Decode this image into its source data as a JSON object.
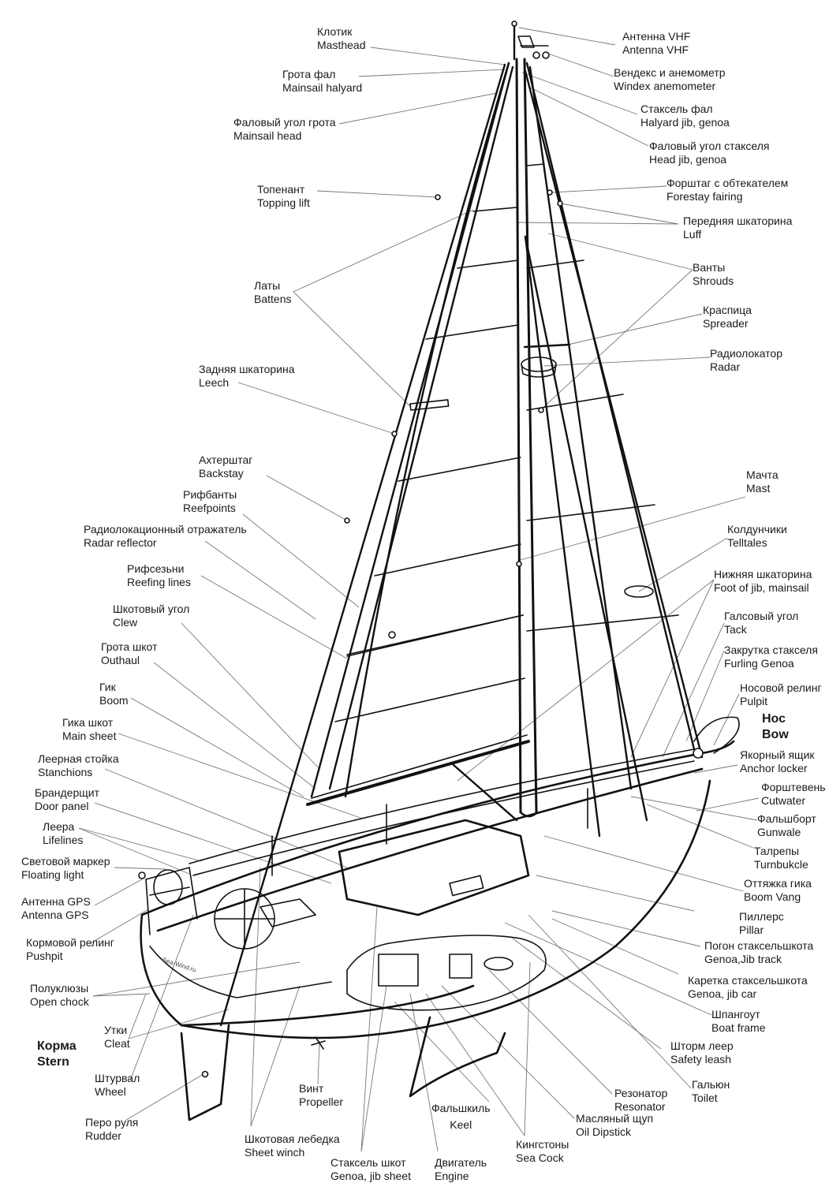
{
  "diagram": {
    "title_bow": {
      "ru": "Нос",
      "en": "Bow"
    },
    "title_stern": {
      "ru": "Корма",
      "en": "Stern"
    },
    "watermark": "Sea-Wind.ru",
    "labels": [
      {
        "id": "masthead",
        "ru": "Клотик",
        "en": "Masthead"
      },
      {
        "id": "mainsail-halyard",
        "ru": "Грота фал",
        "en": "Mainsail halyard"
      },
      {
        "id": "mainsail-head",
        "ru": "Фаловый угол грота",
        "en": "Mainsail head"
      },
      {
        "id": "topping-lift",
        "ru": "Топенант",
        "en": "Topping lift"
      },
      {
        "id": "battens",
        "ru": "Латы",
        "en": "Battens"
      },
      {
        "id": "leech",
        "ru": "Задняя шкаторина",
        "en": "Leech"
      },
      {
        "id": "backstay",
        "ru": "Ахтерштаг",
        "en": "Backstay"
      },
      {
        "id": "reefpoints",
        "ru": "Рифбанты",
        "en": "Reefpoints"
      },
      {
        "id": "radar-reflector",
        "ru": "Радиолокационный отражатель",
        "en": "Radar reflector"
      },
      {
        "id": "reefing-lines",
        "ru": "Рифсезьни",
        "en": "Reefing lines"
      },
      {
        "id": "clew",
        "ru": "Шкотовый угол",
        "en": "Clew"
      },
      {
        "id": "outhaul",
        "ru": "Грота шкот",
        "en": "Outhaul"
      },
      {
        "id": "boom",
        "ru": "Гик",
        "en": "Boom"
      },
      {
        "id": "main-sheet",
        "ru": "Гика шкот",
        "en": "Main sheet"
      },
      {
        "id": "stanchions",
        "ru": "Леерная стойка",
        "en": "Stanchions"
      },
      {
        "id": "door-panel",
        "ru": "Брандерщит",
        "en": "Door panel"
      },
      {
        "id": "lifelines",
        "ru": "Леера",
        "en": "Lifelines"
      },
      {
        "id": "floating-light",
        "ru": "Световой маркер",
        "en": "Floating light"
      },
      {
        "id": "antenna-gps",
        "ru": "Антенна GPS",
        "en": "Antenna GPS"
      },
      {
        "id": "pushpit",
        "ru": "Кормовой релинг",
        "en": "Pushpit"
      },
      {
        "id": "open-chock",
        "ru": "Полуклюзы",
        "en": "Open chock"
      },
      {
        "id": "cleat",
        "ru": "Утки",
        "en": "Cleat"
      },
      {
        "id": "wheel",
        "ru": "Штурвал",
        "en": "Wheel"
      },
      {
        "id": "rudder",
        "ru": "Перо руля",
        "en": "Rudder"
      },
      {
        "id": "sheet-winch",
        "ru": "Шкотовая лебедка",
        "en": "Sheet winch"
      },
      {
        "id": "propeller",
        "ru": "Винт",
        "en": "Propeller"
      },
      {
        "id": "genoa-jib-sheet",
        "ru": "Стаксель шкот",
        "en": "Genoa, jib sheet"
      },
      {
        "id": "keel",
        "ru": "Фальшкиль",
        "en": "Keel"
      },
      {
        "id": "engine",
        "ru": "Двигатель",
        "en": "Engine"
      },
      {
        "id": "sea-cock",
        "ru": "Кингстоны",
        "en": "Sea Cock"
      },
      {
        "id": "oil-dipstick",
        "ru": "Масляный щуп",
        "en": "Oil Dipstick"
      },
      {
        "id": "resonator",
        "ru": "Резонатор",
        "en": "Resonator"
      },
      {
        "id": "toilet",
        "ru": "Гальюн",
        "en": "Toilet"
      },
      {
        "id": "safety-leash",
        "ru": "Шторм леер",
        "en": "Safety leash"
      },
      {
        "id": "boat-frame",
        "ru": "Шпангоут",
        "en": "Boat frame"
      },
      {
        "id": "genoa-jib-car",
        "ru": "Каретка стаксельшкота",
        "en": "Genoa, jib car"
      },
      {
        "id": "genoa-jib-track",
        "ru": "Погон стаксельшкота",
        "en": "Genoa,Jib track"
      },
      {
        "id": "pillar",
        "ru": "Пиллерс",
        "en": "Pillar"
      },
      {
        "id": "boom-vang",
        "ru": "Оттяжка гика",
        "en": "Boom Vang"
      },
      {
        "id": "turnbuckle",
        "ru": "Талрепы",
        "en": "Turnbukcle"
      },
      {
        "id": "gunwale",
        "ru": "Фальшборт",
        "en": "Gunwale"
      },
      {
        "id": "cutwater",
        "ru": "Форштевень",
        "en": "Cutwater"
      },
      {
        "id": "anchor-locker",
        "ru": "Якорный ящик",
        "en": "Anchor locker"
      },
      {
        "id": "pulpit",
        "ru": "Носовой релинг",
        "en": "Pulpit"
      },
      {
        "id": "furling-genoa",
        "ru": "Закрутка стакселя",
        "en": "Furling Genoa"
      },
      {
        "id": "tack",
        "ru": "Галсовый угол",
        "en": "Tack"
      },
      {
        "id": "foot",
        "ru": "Нижняя шкаторина",
        "en": "Foot of jib, mainsail"
      },
      {
        "id": "telltales",
        "ru": "Колдунчики",
        "en": "Telltales"
      },
      {
        "id": "mast",
        "ru": "Мачта",
        "en": "Mast"
      },
      {
        "id": "radar",
        "ru": "Радиолокатор",
        "en": "Radar"
      },
      {
        "id": "spreader",
        "ru": "Краспица",
        "en": "Spreader"
      },
      {
        "id": "shrouds",
        "ru": "Ванты",
        "en": "Shrouds"
      },
      {
        "id": "luff",
        "ru": "Передняя шкаторина",
        "en": "Luff"
      },
      {
        "id": "forestay-fairing",
        "ru": "Форштаг с обтекателем",
        "en": "Forestay fairing"
      },
      {
        "id": "head-jib",
        "ru": "Фаловый угол стакселя",
        "en": "Head jib, genoa"
      },
      {
        "id": "halyard-jib",
        "ru": "Стаксель фал",
        "en": "Halyard jib, genoa"
      },
      {
        "id": "windex",
        "ru": "Вендекс и анемометр",
        "en": "Windex  anemometer"
      },
      {
        "id": "antenna-vhf",
        "ru": "Антенна VHF",
        "en": "Antenna VHF"
      }
    ]
  }
}
